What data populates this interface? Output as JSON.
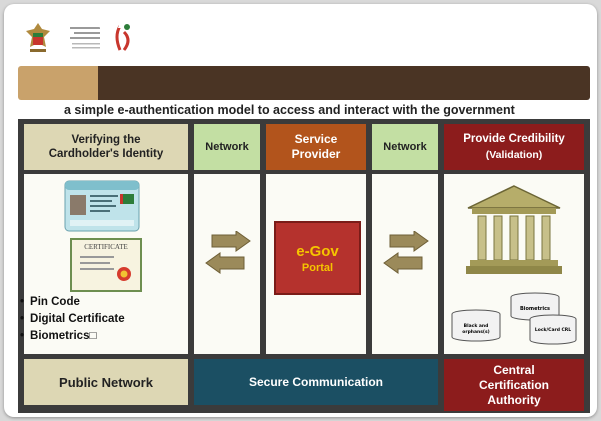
{
  "title": "e-Authentication",
  "subtitle": "a simple e-authentication model to access and interact with the government",
  "columns": {
    "verify_header": "Verifying the Cardholder's Identity",
    "network_left": "Network",
    "service_provider": "Service Provider",
    "network_right": "Network",
    "credibility_line1": "Provide Credibility",
    "credibility_line2": "(Validation)"
  },
  "id_card": {
    "certificate_label": "CERTIFICATE"
  },
  "bullets": [
    "Pin Code",
    "Digital Certificate",
    "Biometrics□"
  ],
  "portal": {
    "line1": "e-Gov",
    "line2": "Portal"
  },
  "databases": [
    "Biometrics",
    "Black and orphans(s)",
    "Lock/Card CRL"
  ],
  "bottom": {
    "public_network": "Public Network",
    "secure_communication": "Secure Communication",
    "central_line1": "Central",
    "central_line2": "Certification",
    "central_line3": "Authority"
  },
  "colors": {
    "title_bar": "#4a3424",
    "title_accent": "#c9a26b",
    "tan_header": "#ddd7b4",
    "green_header": "#c3dfa3",
    "brown_header": "#b2541c",
    "red_header": "#8c1c1c",
    "teal": "#1b4f63",
    "egov_box": "#b5322d"
  }
}
